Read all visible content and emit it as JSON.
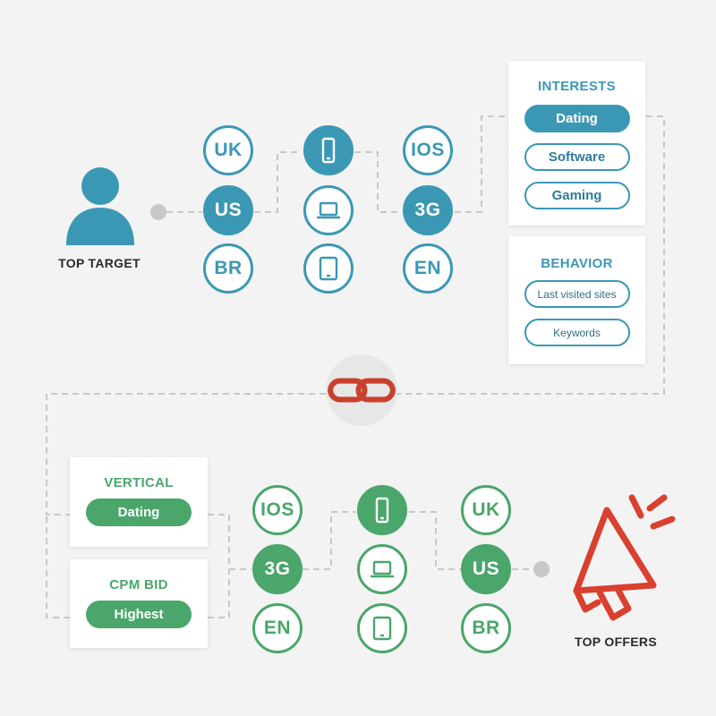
{
  "colors": {
    "target_blue": "#3b98b5",
    "offer_green": "#4aa66a",
    "link_red": "#c9412d",
    "connector_gray": "#c8c8c8"
  },
  "top_flow": {
    "person_icon": "person-icon",
    "label": "TOP TARGET",
    "geo_column": [
      "UK",
      "US",
      "BR"
    ],
    "device_column": [
      "phone-icon",
      "laptop-icon",
      "tablet-icon"
    ],
    "connection_column": [
      "IOS",
      "3G",
      "EN"
    ],
    "interests": {
      "title": "INTERESTS",
      "items": [
        "Dating",
        "Software",
        "Gaming"
      ]
    },
    "behavior": {
      "title": "BEHAVIOR",
      "items": [
        "Last visited sites",
        "Keywords"
      ]
    }
  },
  "link_icon": "chain-link-icon",
  "bottom_flow": {
    "vertical": {
      "title": "VERTICAL",
      "value": "Dating"
    },
    "cpm_bid": {
      "title": "CPM BID",
      "value": "Highest"
    },
    "connection_column": [
      "IOS",
      "3G",
      "EN"
    ],
    "device_column": [
      "phone-icon",
      "laptop-icon",
      "tablet-icon"
    ],
    "geo_column": [
      "UK",
      "US",
      "BR"
    ],
    "megaphone_icon": "megaphone-icon",
    "label": "TOP OFFERS"
  }
}
